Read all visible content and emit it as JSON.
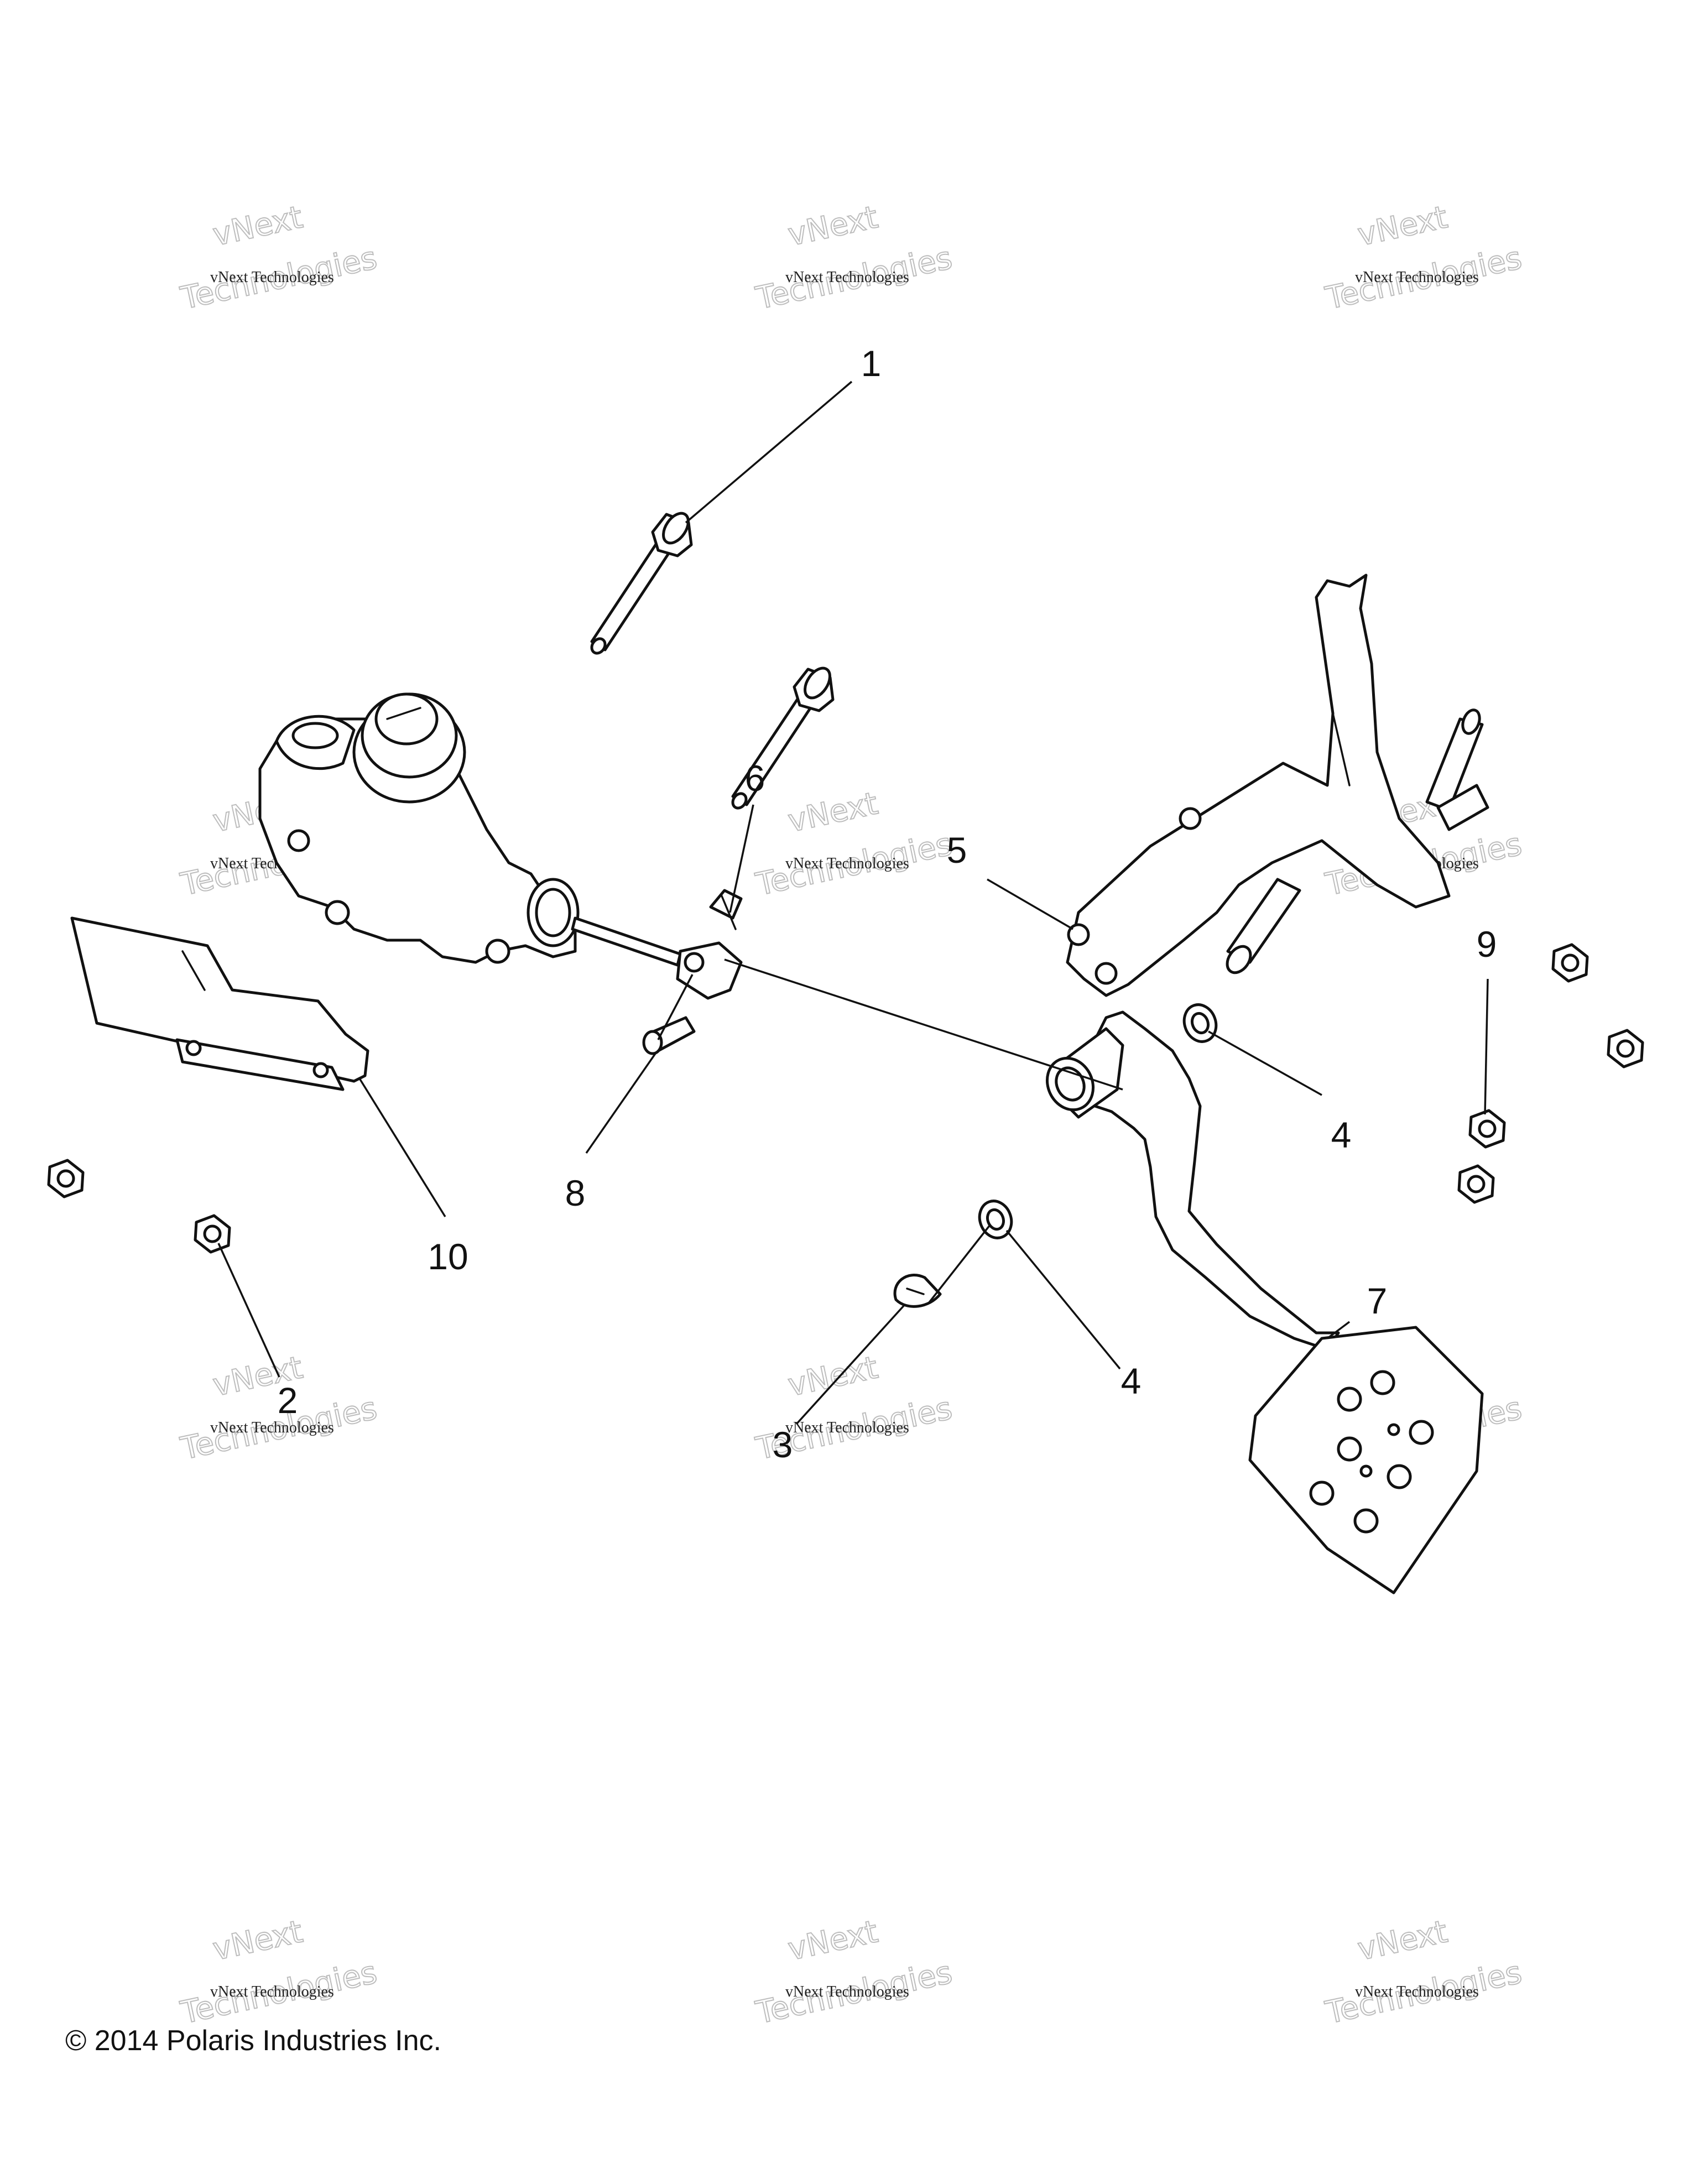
{
  "callouts": {
    "c1": "1",
    "c2": "2",
    "c3": "3",
    "c4a": "4",
    "c4b": "4",
    "c5": "5",
    "c6": "6",
    "c7": "7",
    "c8": "8",
    "c9": "9",
    "c10": "10"
  },
  "watermark": {
    "brand": "vNext",
    "line": "vNext Technologies",
    "big": "Technologies"
  },
  "copyright": "© 2014 Polaris Industries Inc."
}
